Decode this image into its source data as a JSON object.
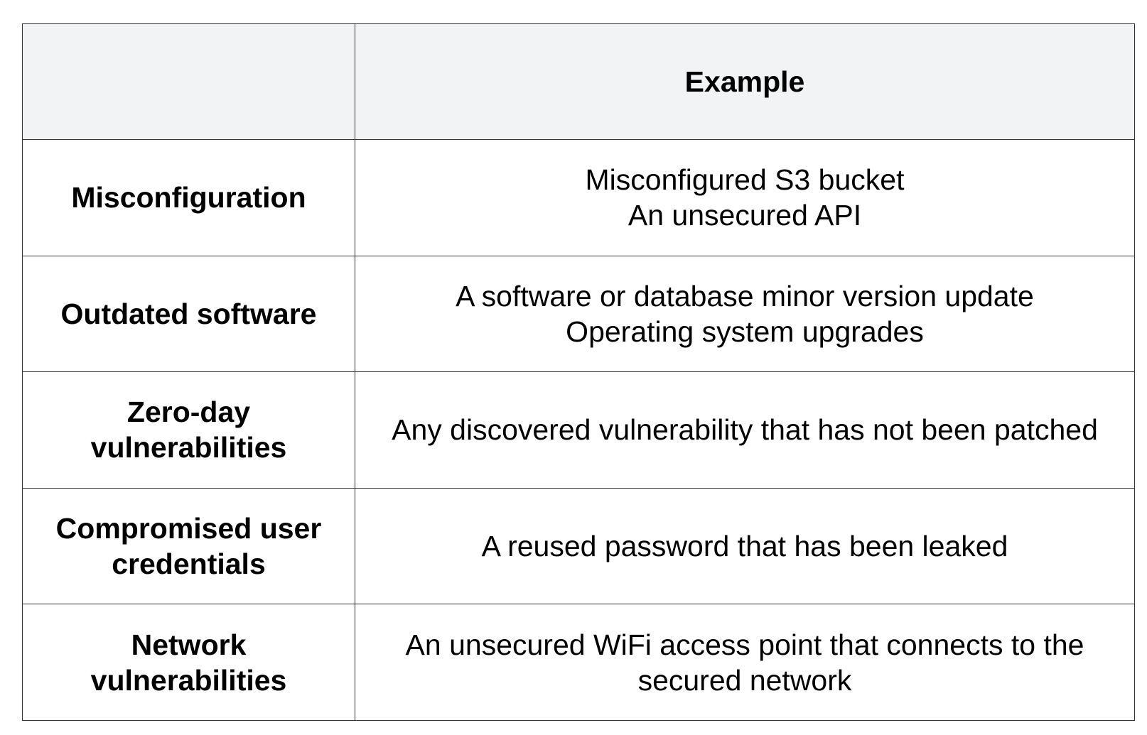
{
  "table": {
    "headers": [
      "",
      "Example"
    ],
    "rows": [
      {
        "type": "Misconfiguration",
        "examples": [
          "Misconfigured S3 bucket",
          "An unsecured API"
        ]
      },
      {
        "type": "Outdated software",
        "examples": [
          "A software or database minor version update",
          "Operating system upgrades"
        ]
      },
      {
        "type": "Zero-day vulnerabilities",
        "examples": [
          "Any discovered vulnerability that has not been patched"
        ]
      },
      {
        "type": "Compromised user credentials",
        "examples": [
          "A reused password that has been leaked"
        ]
      },
      {
        "type": "Network vulnerabilities",
        "examples": [
          "An unsecured WiFi access point that connects to the secured network"
        ]
      }
    ]
  },
  "colors": {
    "header_background": "#f2f3f5",
    "border": "#333333",
    "text": "#000000"
  }
}
